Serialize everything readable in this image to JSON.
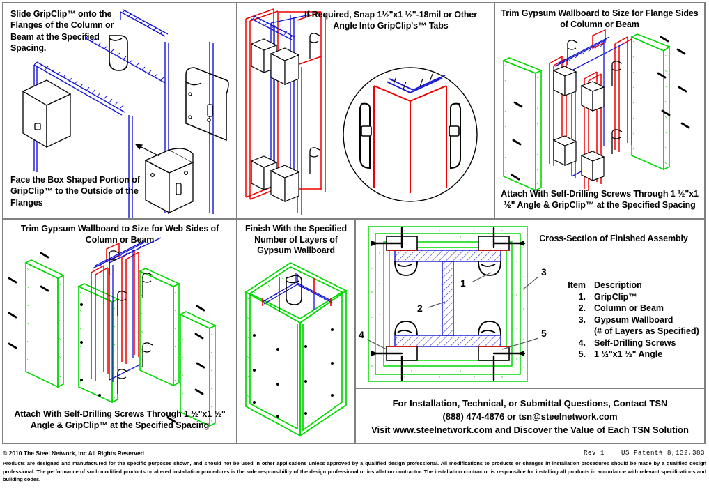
{
  "sheet": {
    "panels": {
      "p1": {
        "instruction_top": "Slide GripClip™ onto the Flanges of the Column or Beam at the Specified Spacing.",
        "instruction_bottom": "Face the Box Shaped Portion of GripClip™ to the Outside of the Flanges"
      },
      "p2": {
        "title": "If Required, Snap 1½\"x1 ½\"-18mil or Other Angle Into GripClip's™ Tabs"
      },
      "p3": {
        "title": "Trim Gypsum Wallboard to Size for Flange Sides of Column or Beam",
        "caption": "Attach With Self-Drilling Screws Through 1 ½\"x1 ½\" Angle & GripClip™ at the Specified Spacing"
      },
      "p4": {
        "title": "Trim Gypsum Wallboard to Size for Web Sides of Column or Beam",
        "caption": "Attach With Self-Drilling Screws Through 1 ½\"x1 ½\" Angle & GripClip™ at the Specified Spacing"
      },
      "p5": {
        "title": "Finish With the Specified Number of Layers of Gypsum Wallboard"
      },
      "p6": {
        "title": "Cross-Section of Finished Assembly",
        "legend_header": {
          "num": "Item",
          "desc": "Description"
        },
        "legend": [
          {
            "num": "1.",
            "desc": "GripClip™"
          },
          {
            "num": "2.",
            "desc": "Column or Beam"
          },
          {
            "num": "3.",
            "desc": "Gypsum Wallboard"
          },
          {
            "num": "",
            "desc": "(# of Layers as Specified)"
          },
          {
            "num": "4.",
            "desc": "Self-Drilling Screws"
          },
          {
            "num": "5.",
            "desc": "1 ½\"x1 ½\" Angle"
          }
        ],
        "callouts": [
          "1",
          "2",
          "3",
          "4",
          "5"
        ]
      },
      "p7": {
        "line1": "For Installation, Technical, or Submittal Questions, Contact TSN",
        "line2": "(888) 474-4876 or tsn@steelnetwork.com",
        "line3": "Visit www.steelnetwork.com and Discover the Value of Each TSN Solution"
      }
    },
    "footer": {
      "copyright": "© 2010 The Steel Network, Inc  All Rights Reserved",
      "revision": "Rev 1    US Patent# 8,132,383",
      "disclaimer": "Products are designed and manufactured for the specific purposes shown, and should not be used in other applications unless approved by a qualified design professional.  All modifications to products or changes in installation procedures should be made by a qualified design professional.  The performance of such modified products or altered installation procedures is the sole responsibility of the design professional or installation contractor.  The installation contractor is responsible for installing all products in accordance with relevant specifications and building codes."
    },
    "colors": {
      "steel_blue": "#1414d2",
      "angle_red": "#ee0000",
      "gypsum_green": "#00d800",
      "outline_black": "#000000",
      "border_gray": "#808080"
    }
  }
}
